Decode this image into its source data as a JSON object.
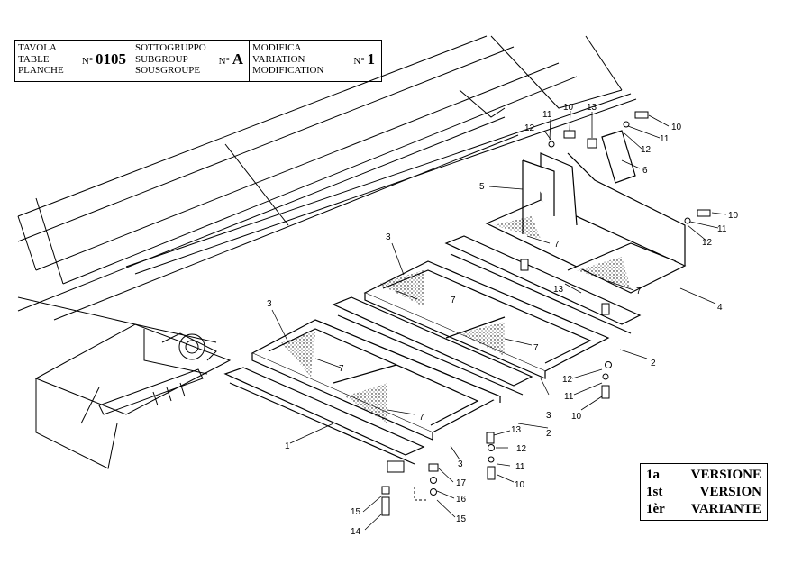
{
  "header": {
    "table": {
      "lines": [
        "TAVOLA",
        "TABLE",
        "PLANCHE"
      ],
      "no_prefix": "N°",
      "number": "0105"
    },
    "subgroup": {
      "lines": [
        "SOTTOGRUPPO",
        "SUBGROUP",
        "SOUSGROUPE"
      ],
      "no_prefix": "N°",
      "value": "A"
    },
    "modification": {
      "lines": [
        "MODIFICA",
        "VARIATION",
        "MODIFICATION"
      ],
      "no_prefix": "N°",
      "value": "1"
    }
  },
  "version_box": {
    "rows": [
      {
        "prefix": "1a",
        "label": "VERSIONE"
      },
      {
        "prefix": "1st",
        "label": "VERSION"
      },
      {
        "prefix": "1èr",
        "label": "VARIANTE"
      }
    ]
  },
  "callouts": [
    "1",
    "2",
    "3",
    "4",
    "5",
    "6",
    "7",
    "10",
    "11",
    "12",
    "13",
    "14",
    "15",
    "16",
    "17"
  ]
}
